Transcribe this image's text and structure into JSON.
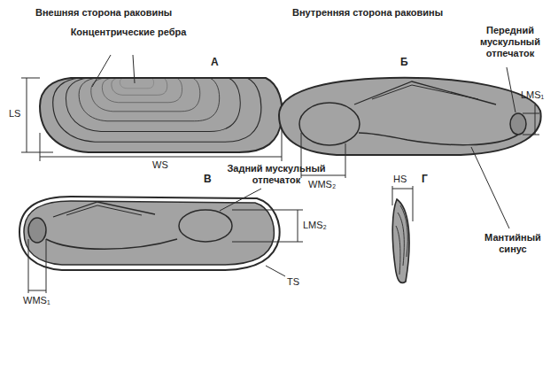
{
  "diagram": {
    "labels": [
      "Внешняя сторона раковины",
      "Внутренняя сторона раковины",
      "Концентрические ребра",
      "А",
      "Б",
      "Передний мускульный отпечаток",
      "LS",
      "LMS₁",
      "WS",
      "WMS₂",
      "В",
      "Задний мускульный отпечаток",
      "HS",
      "Г",
      "Мантийный синус",
      "LMS₂",
      "TS",
      "WMS₁"
    ]
  }
}
